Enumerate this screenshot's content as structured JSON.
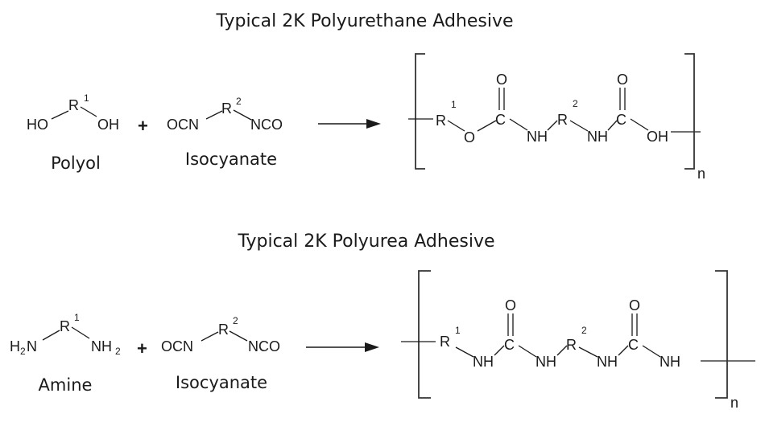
{
  "polyurethane": {
    "title": "Typical 2K Polyurethane Adhesive",
    "reactant1": {
      "label": "Polyol",
      "left_group": "HO",
      "center": "R",
      "center_index": "1",
      "right_group": "OH"
    },
    "plus": "+",
    "reactant2": {
      "label": "Isocyanate",
      "left_group": "OCN",
      "center": "R",
      "center_index": "2",
      "right_group": "NCO"
    },
    "product": {
      "atoms": [
        "R",
        "O",
        "C",
        "NH",
        "R",
        "NH",
        "C",
        "OH"
      ],
      "indices": [
        "1",
        "2"
      ],
      "carbonyl_oxygen": "O",
      "repeat_subscript": "n"
    }
  },
  "polyurea": {
    "title": "Typical 2K Polyurea Adhesive",
    "reactant1": {
      "label": "Amine",
      "left_group": "H2N",
      "left_main": "H",
      "left_sub": "2",
      "left_end": "N",
      "center": "R",
      "center_index": "1",
      "right_main": "NH",
      "right_sub": "2"
    },
    "plus": "+",
    "reactant2": {
      "label": "Isocyanate",
      "left_group": "OCN",
      "center": "R",
      "center_index": "2",
      "right_group": "NCO"
    },
    "product": {
      "atoms": [
        "R",
        "NH",
        "C",
        "NH",
        "R",
        "NH",
        "C",
        "NH"
      ],
      "indices": [
        "1",
        "2"
      ],
      "carbonyl_oxygen": "O",
      "repeat_subscript": "n"
    }
  }
}
